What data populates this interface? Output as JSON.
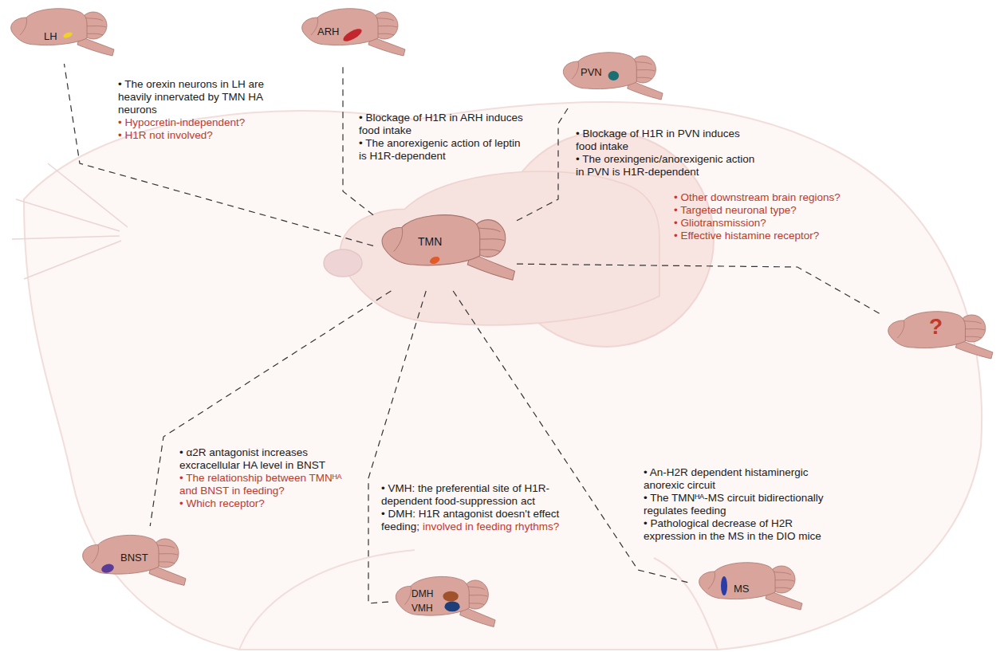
{
  "diagram": {
    "nodes": [
      {
        "text": [
          "LH"
        ]
      },
      {
        "text": [
          "ARH"
        ]
      },
      {
        "text": [
          "PVN"
        ]
      },
      {
        "text": [
          "TMN"
        ]
      },
      {
        "text": [
          "?"
        ]
      },
      {
        "text": [
          "BNST"
        ]
      },
      {
        "text": [
          "DMH",
          "VMH"
        ]
      },
      {
        "text": [
          "MS"
        ]
      }
    ],
    "edges": [
      {
        "from": 3,
        "to": 0,
        "arrow": "none"
      },
      {
        "from": 3,
        "to": 1,
        "arrow": "none"
      },
      {
        "from": 3,
        "to": 2,
        "arrow": "none"
      },
      {
        "from": 3,
        "to": 4,
        "arrow": "none"
      },
      {
        "from": 3,
        "to": 5,
        "arrow": "none"
      },
      {
        "from": 3,
        "to": 6,
        "arrow": "none"
      },
      {
        "from": 3,
        "to": 7,
        "arrow": "none"
      }
    ],
    "labels": [
      "• The orexin neurons in LH are heavily innervated by TMN HA neurons",
      "• Hypocretin-independent?",
      "• H1R not involved?",
      "• Blockage of H1R in ARH induces food intake",
      "• The anorexigenic action of leptin is H1R-dependent",
      "• Blockage of H1R in PVN induces food intake",
      "• The orexingenic/anorexigenic action in PVN is H1R-dependent",
      "• Other downstream brain regions?",
      "• Targeted neuronal type?",
      "• Gliotransmission?",
      "• Effective histamine receptor?",
      "• α2R antagonist increases excracellular HA level in BNST",
      "• The relationship between TMNᴴᴬ and BNST in feeding?",
      "• Which receptor?",
      "• VMH: the preferential site of H1R-dependent food-suppression act",
      "• DMH: H1R antagonist doesn't effect feeding;",
      "involved in feeding rhythms?",
      "• An-H2R dependent histaminergic anorexic circuit",
      "• The TMNᴴᴬ-MS circuit bidirectionally regulates feeding",
      "• Pathological decrease of H2R expression in the MS in the DIO mice"
    ]
  }
}
